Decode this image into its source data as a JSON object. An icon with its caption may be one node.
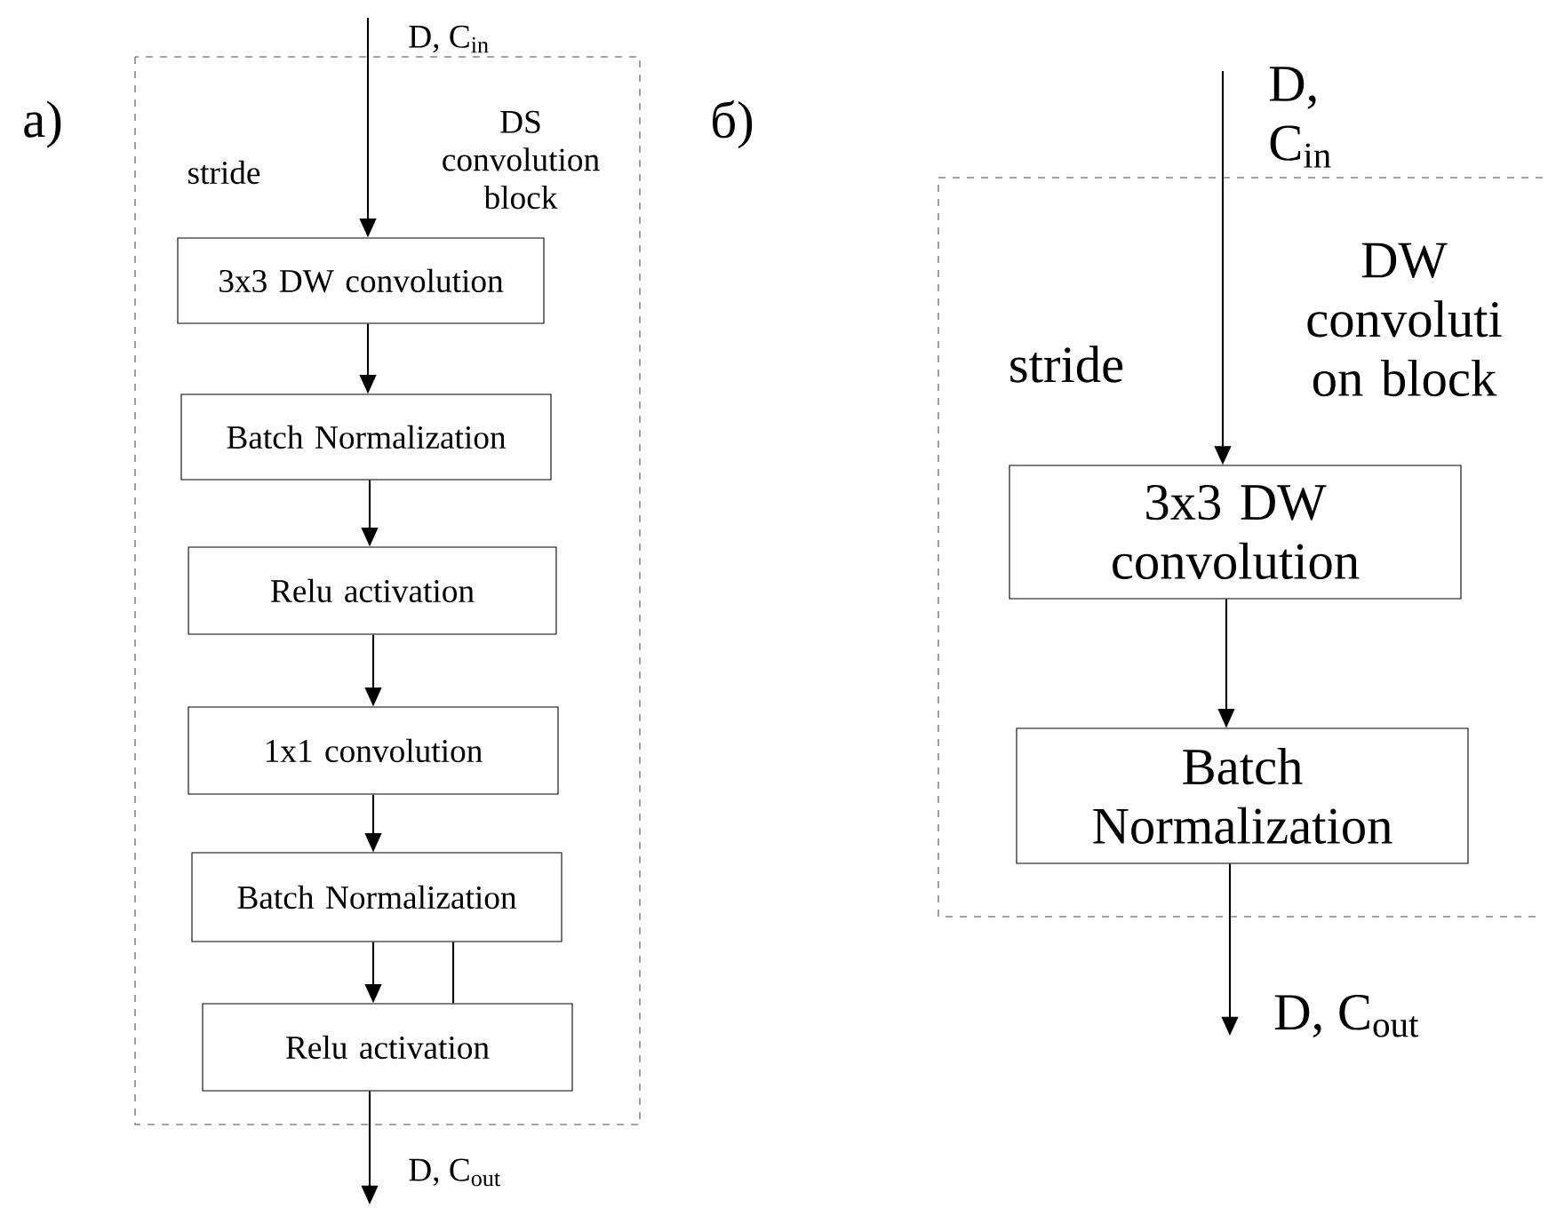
{
  "diagram": {
    "nodes": [
      {
        "text": [
          "DS convolution block"
        ]
      },
      {
        "text": [
          "3x3 DW convolution"
        ],
        "in": 0
      },
      {
        "text": [
          "Batch Normalization"
        ],
        "in": 0
      },
      {
        "text": [
          "Relu activation"
        ],
        "in": 0
      },
      {
        "text": [
          "1x1 convolution"
        ],
        "in": 0
      },
      {
        "text": [
          "Batch Normalization"
        ],
        "in": 0
      },
      {
        "text": [
          "Relu activation"
        ],
        "in": 0
      },
      {
        "text": [
          "DW convoluti on block"
        ]
      },
      {
        "text": [
          "3x3 DW convolution"
        ],
        "in": 7
      },
      {
        "text": [
          "Batch Normalization"
        ],
        "in": 7
      }
    ],
    "edges": [
      {
        "from": null,
        "to": 1,
        "arrow": "to",
        "label": "D, C$_{in}$"
      },
      {
        "from": 1,
        "to": 2,
        "arrow": "to"
      },
      {
        "from": 2,
        "to": 3,
        "arrow": "to"
      },
      {
        "from": 3,
        "to": 4,
        "arrow": "to"
      },
      {
        "from": 4,
        "to": 5,
        "arrow": "to"
      },
      {
        "from": 5,
        "to": 6,
        "arrow": "to"
      },
      {
        "from": 5,
        "to": 6,
        "arrow": "none"
      },
      {
        "from": 6,
        "to": null,
        "arrow": "to",
        "label": "D, C$_{out}$"
      },
      {
        "from": null,
        "to": 8,
        "arrow": "to",
        "label": "D, C$_{in}$"
      },
      {
        "from": 8,
        "to": 9,
        "arrow": "to"
      },
      {
        "from": 9,
        "to": null,
        "arrow": "to",
        "label": "D, C$_{out}$"
      }
    ],
    "labels": [
      "а)",
      "stride",
      "б)",
      "stride"
    ]
  }
}
